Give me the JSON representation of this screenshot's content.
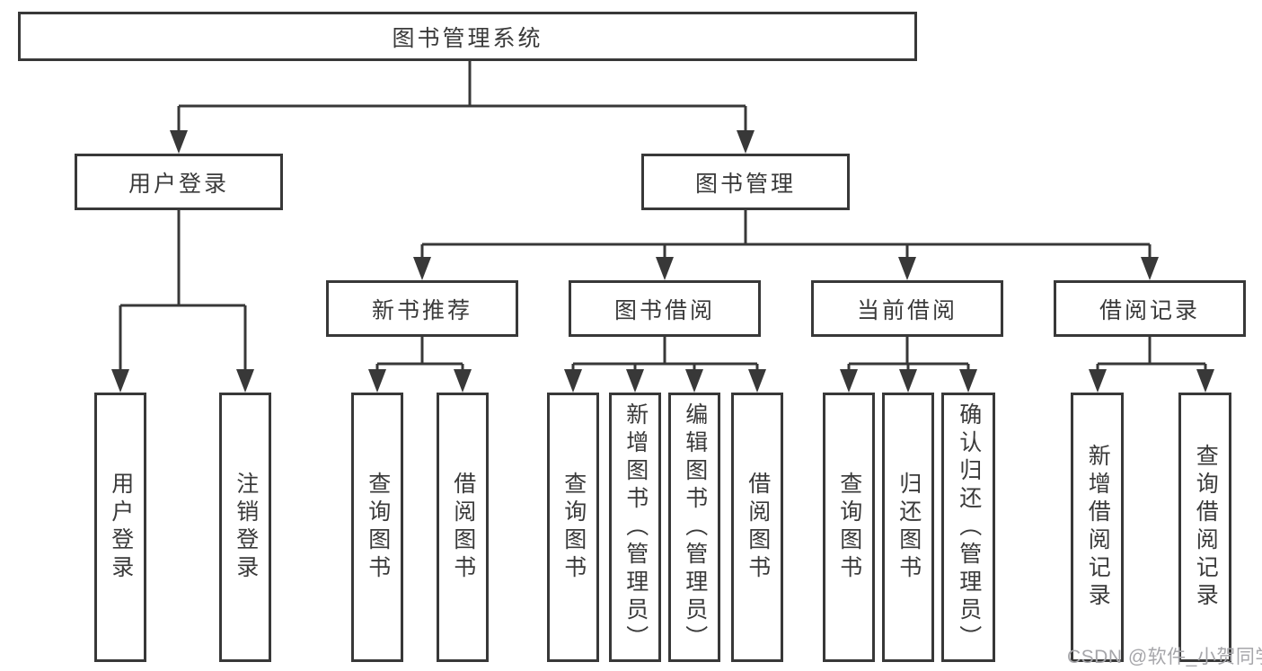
{
  "tree": {
    "root": {
      "label": "图书管理系统"
    },
    "level2": [
      {
        "label": "用户登录",
        "children": [
          {
            "label": "用户登录"
          },
          {
            "label": "注销登录"
          }
        ]
      },
      {
        "label": "图书管理",
        "children": [
          {
            "label": "新书推荐",
            "children": [
              {
                "label": "查询图书"
              },
              {
                "label": "借阅图书"
              }
            ]
          },
          {
            "label": "图书借阅",
            "children": [
              {
                "label": "查询图书"
              },
              {
                "label": "新增图书（管理员）"
              },
              {
                "label": "编辑图书（管理员）"
              },
              {
                "label": "借阅图书"
              }
            ]
          },
          {
            "label": "当前借阅",
            "children": [
              {
                "label": "查询图书"
              },
              {
                "label": "归还图书"
              },
              {
                "label": "确认归还（管理员）"
              }
            ]
          },
          {
            "label": "借阅记录",
            "children": [
              {
                "label": "新增借阅记录"
              },
              {
                "label": "查询借阅记录"
              }
            ]
          }
        ]
      }
    ]
  },
  "watermark": {
    "text": "CSDN @软件_小贺同学"
  },
  "colors": {
    "line": "#383838",
    "text": "#3a3a3a",
    "box_background": "#ffffff",
    "watermark": "#a6a6aa",
    "background": "#ffffff"
  }
}
